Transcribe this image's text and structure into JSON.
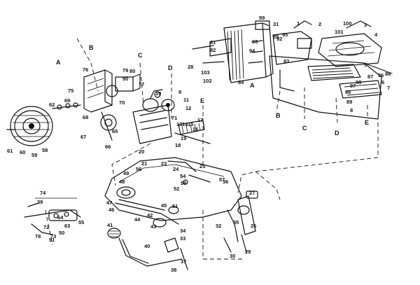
{
  "section_markers": [
    "A",
    "B",
    "C",
    "D",
    "E"
  ],
  "part_numbers": [
    "1",
    "2",
    "3",
    "4",
    "5",
    "6",
    "7",
    "8",
    "9",
    "10",
    "11",
    "12",
    "13",
    "14",
    "15",
    "16",
    "17",
    "18",
    "19",
    "20",
    "21",
    "23",
    "24",
    "25",
    "26",
    "27",
    "28",
    "29",
    "30",
    "31",
    "32",
    "33",
    "34",
    "35",
    "36",
    "37",
    "38",
    "39",
    "40",
    "41",
    "42",
    "43",
    "44",
    "45",
    "46",
    "47",
    "48",
    "49",
    "50",
    "51",
    "52",
    "53",
    "54",
    "55",
    "56",
    "57",
    "58",
    "59",
    "60",
    "61",
    "62",
    "63",
    "64",
    "65",
    "66",
    "67",
    "68",
    "69",
    "70",
    "71",
    "72",
    "73",
    "74",
    "75",
    "76",
    "77",
    "78",
    "79",
    "80",
    "81",
    "82",
    "83",
    "84",
    "85",
    "86",
    "87",
    "88",
    "89",
    "90",
    "91",
    "92",
    "93",
    "94",
    "95",
    "96",
    "97",
    "98",
    "99",
    "100",
    "101",
    "102",
    "103"
  ]
}
